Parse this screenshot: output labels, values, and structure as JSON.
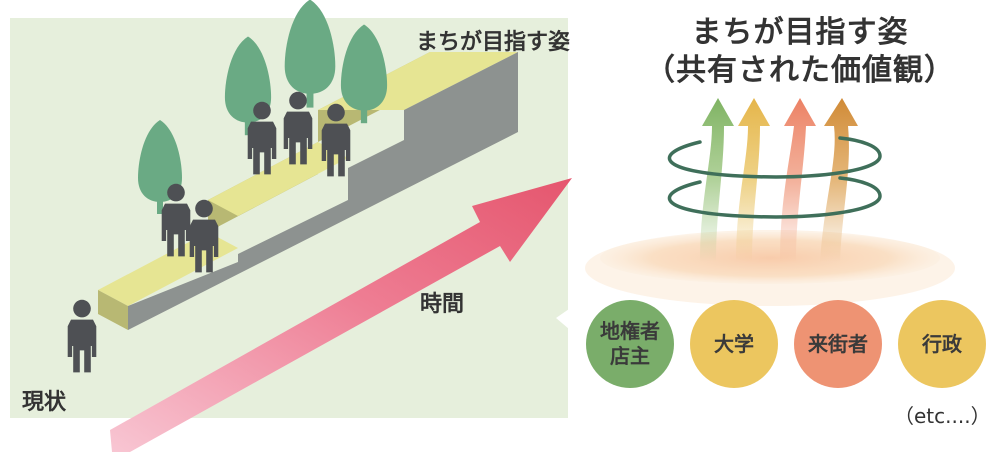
{
  "left_panel": {
    "goal_label": "まちが目指す姿",
    "current_label": "現状",
    "time_label": "時間"
  },
  "right_panel": {
    "title_line1": "まちが目指す姿",
    "title_line2": "（共有された価値観）",
    "stakeholders": [
      {
        "label": "地権者\n店主",
        "line1": "地権者",
        "line2": "店主",
        "color": "#7aad6a"
      },
      {
        "label": "大学",
        "color": "#ecc65f"
      },
      {
        "label": "来街者",
        "color": "#ee9373"
      },
      {
        "label": "行政",
        "color": "#ecc65f"
      }
    ],
    "etc_label": "（etc....）"
  },
  "colors": {
    "panel_bg": "#e6efdc",
    "step_top": "#e6e593",
    "step_side": "#b8b873",
    "wall": "#8d9290",
    "tree": "#6aaa84",
    "person": "#4e5054",
    "arrow_red": "#e5566e",
    "arrow_green": "#8fbe6f",
    "arrow_yellow": "#e5ba54",
    "arrow_salmon": "#ee8f70",
    "arrow_orange": "#d99a48",
    "ring": "#3f6f5a"
  }
}
